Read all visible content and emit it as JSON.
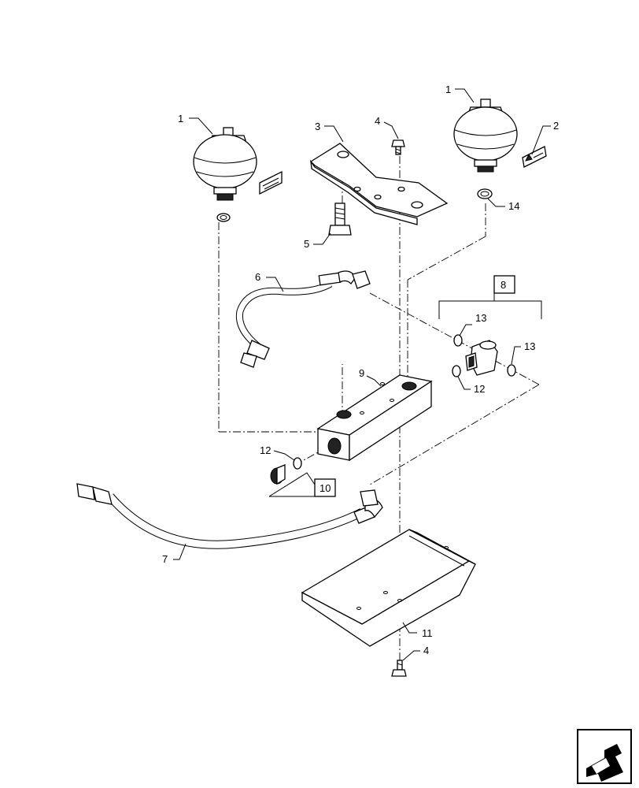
{
  "callouts": {
    "c1a": "1",
    "c1b": "1",
    "c2": "2",
    "c3": "3",
    "c4a": "4",
    "c4b": "4",
    "c5": "5",
    "c6": "6",
    "c7": "7",
    "c8": "8",
    "c9": "9",
    "c10": "10",
    "c11": "11",
    "c12a": "12",
    "c12b": "12",
    "c13a": "13",
    "c13b": "13",
    "c14": "14"
  },
  "icons": {
    "nav": "next-page-arrow-icon"
  }
}
